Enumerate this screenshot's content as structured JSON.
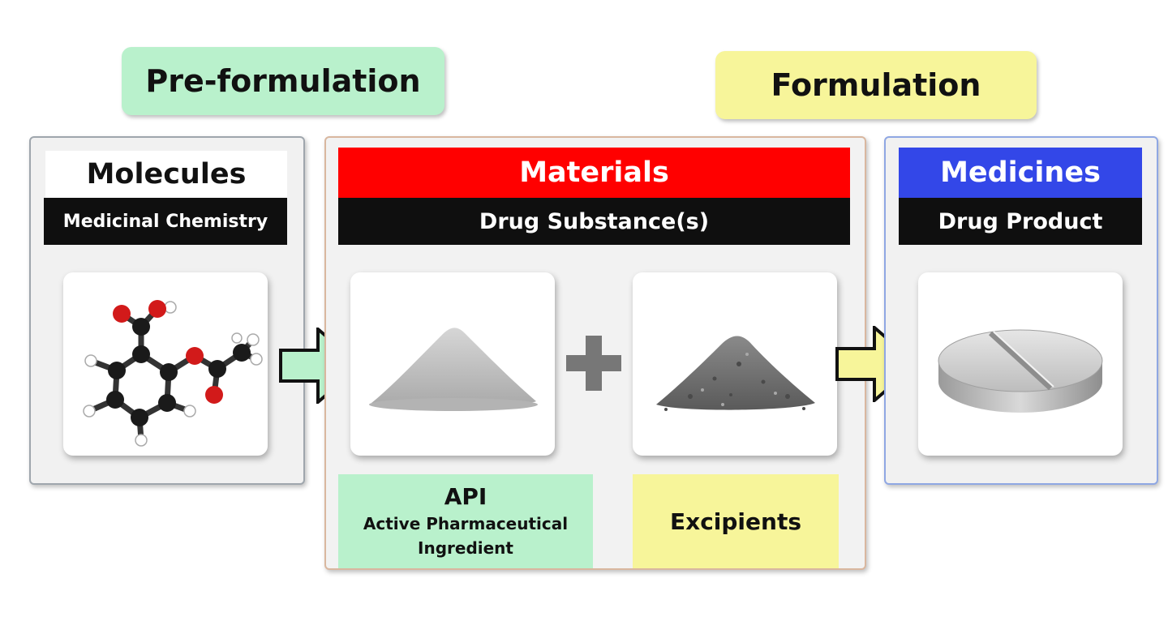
{
  "stages": {
    "pre_formulation": "Pre-formulation",
    "formulation": "Formulation"
  },
  "molecules": {
    "title": "Molecules",
    "subtitle": "Medicinal Chemistry"
  },
  "materials": {
    "title": "Materials",
    "subtitle": "Drug Substance(s)",
    "api_label": "API",
    "api_full": "Active Pharmaceutical Ingredient",
    "excipients_label": "Excipients"
  },
  "medicines": {
    "title": "Medicines",
    "subtitle": "Drug Product"
  },
  "colors": {
    "pre_formulation": "#b9f1cc",
    "formulation": "#f7f59a",
    "materials_header": "#ff0000",
    "medicines_header": "#3347e8",
    "subtitle_band": "#0f0f0f"
  },
  "icons": [
    "molecule-icon",
    "api-powder-icon",
    "plus-icon",
    "excipient-powder-icon",
    "tablet-icon",
    "right-arrow-icon"
  ]
}
